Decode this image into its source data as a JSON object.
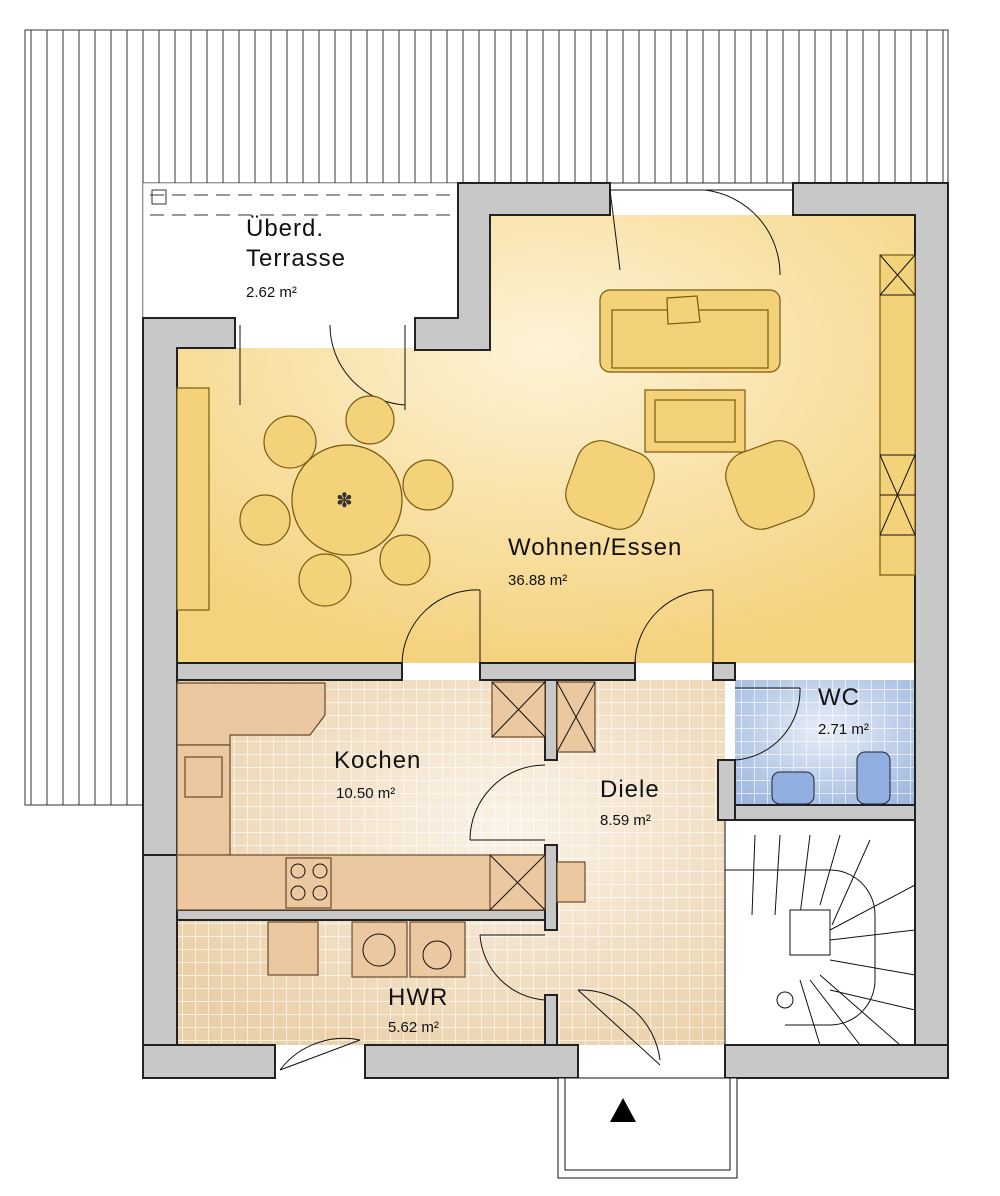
{
  "plan": {
    "rooms": [
      {
        "id": "terrasse",
        "name_line1": "Überd.",
        "name_line2": "Terrasse",
        "area": "2.62 m²"
      },
      {
        "id": "wohnen",
        "name": "Wohnen/Essen",
        "area": "36.88 m²"
      },
      {
        "id": "kochen",
        "name": "Kochen",
        "area": "10.50 m²"
      },
      {
        "id": "diele",
        "name": "Diele",
        "area": "8.59 m²"
      },
      {
        "id": "wc",
        "name": "WC",
        "area": "2.71 m²"
      },
      {
        "id": "hwr",
        "name": "HWR",
        "area": "5.62 m²"
      }
    ],
    "colors": {
      "wall": "#c8c8c8",
      "living": "#f7d88a",
      "tile": "#f0dcc0",
      "wc": "#a8c0e0"
    }
  }
}
